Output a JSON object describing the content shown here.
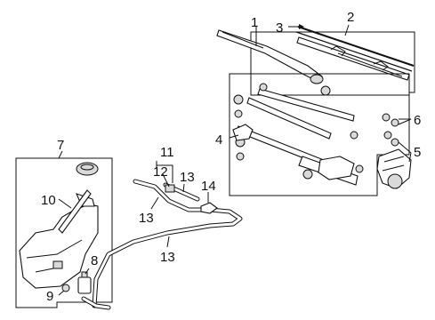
{
  "diagram": {
    "callouts": [
      {
        "id": "c1",
        "text": "1"
      },
      {
        "id": "c2",
        "text": "2"
      },
      {
        "id": "c3",
        "text": "3"
      },
      {
        "id": "c4",
        "text": "4"
      },
      {
        "id": "c5",
        "text": "5"
      },
      {
        "id": "c6",
        "text": "6"
      },
      {
        "id": "c7",
        "text": "7"
      },
      {
        "id": "c8",
        "text": "8"
      },
      {
        "id": "c9",
        "text": "9"
      },
      {
        "id": "c10",
        "text": "10"
      },
      {
        "id": "c11",
        "text": "11"
      },
      {
        "id": "c12",
        "text": "12"
      },
      {
        "id": "c13a",
        "text": "13"
      },
      {
        "id": "c13b",
        "text": "13"
      },
      {
        "id": "c13c",
        "text": "13"
      },
      {
        "id": "c14",
        "text": "14"
      }
    ]
  }
}
